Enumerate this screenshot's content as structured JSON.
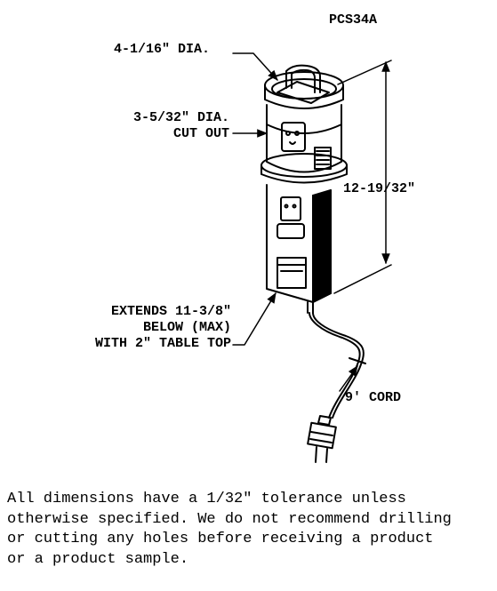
{
  "model": "PCS34A",
  "labels": {
    "outer_diameter": "4-1/16\" DIA.",
    "cutout_line1": "3-5/32\" DIA.",
    "cutout_line2": "CUT OUT",
    "height": "12-19/32\"",
    "extends_line1": "EXTENDS 11-3/8\"",
    "extends_line2": "BELOW (MAX)",
    "extends_line3": "WITH 2\" TABLE TOP",
    "cord": "9' CORD"
  },
  "note_lines": [
    "All dimensions have a 1/32\" tolerance unless",
    "otherwise specified. We do not recommend drilling",
    "or cutting any holes before receiving a product",
    "or a product sample."
  ]
}
